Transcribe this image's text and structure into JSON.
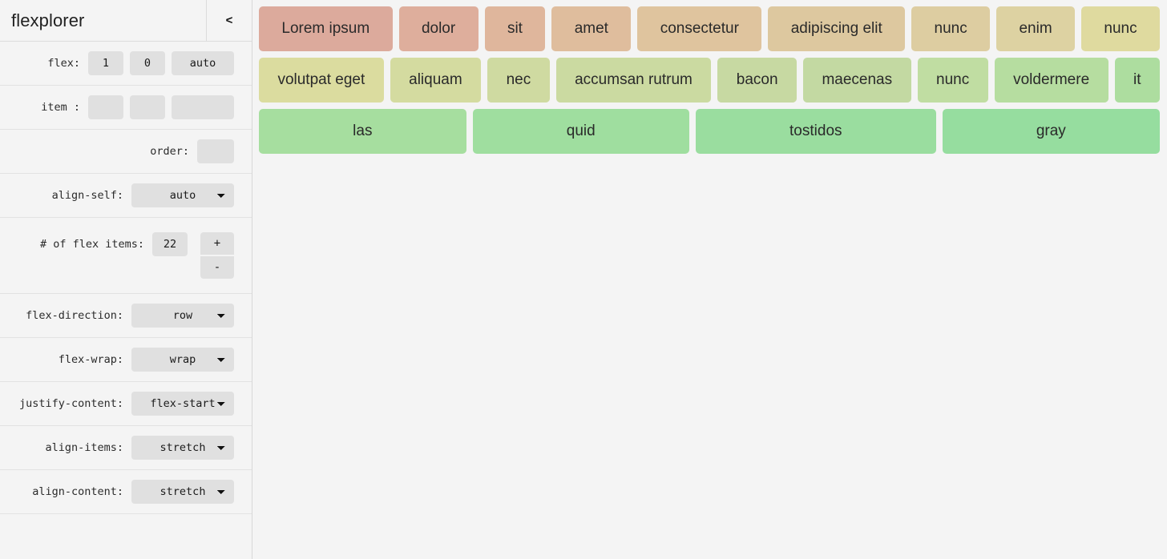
{
  "app": {
    "title": "flexplorer",
    "background": "#f4f4f4",
    "collapse_icon": "‹",
    "collapse_label": "<"
  },
  "sidebar": {
    "rows": [
      {
        "id": "flex",
        "label": "flex:",
        "controls": [
          {
            "kind": "input",
            "name": "flex-grow-input",
            "value": "1",
            "width": "w-sm"
          },
          {
            "kind": "input",
            "name": "flex-shrink-input",
            "value": "0",
            "width": "w-md"
          },
          {
            "kind": "input",
            "name": "flex-basis-input",
            "value": "auto",
            "width": "w-lg"
          }
        ]
      },
      {
        "id": "item",
        "label": "item :",
        "controls": [
          {
            "kind": "input",
            "name": "item-grow-input",
            "value": "",
            "width": "w-sm"
          },
          {
            "kind": "input",
            "name": "item-shrink-input",
            "value": "",
            "width": "w-md"
          },
          {
            "kind": "input",
            "name": "item-basis-input",
            "value": "",
            "width": "w-lg"
          }
        ]
      },
      {
        "id": "order",
        "label": "order:",
        "controls": [
          {
            "kind": "input",
            "name": "order-input",
            "value": "",
            "width": "w-order"
          }
        ]
      },
      {
        "id": "align-self",
        "label": "align-self:",
        "controls": [
          {
            "kind": "select",
            "name": "align-self-select",
            "value": "auto",
            "options": [
              "auto",
              "flex-start",
              "flex-end",
              "center",
              "baseline",
              "stretch"
            ]
          }
        ]
      },
      {
        "id": "item-count",
        "label": "# of flex items:",
        "controls": [
          {
            "kind": "input",
            "name": "flex-item-count-input",
            "value": "22",
            "width": "w-num"
          },
          {
            "kind": "spinner",
            "name": "flex-item-count-stepper",
            "plus": "+",
            "minus": "-"
          }
        ]
      },
      {
        "id": "flex-direction",
        "label": "flex-direction:",
        "controls": [
          {
            "kind": "select",
            "name": "flex-direction-select",
            "value": "row",
            "options": [
              "row",
              "row-reverse",
              "column",
              "column-reverse"
            ]
          }
        ]
      },
      {
        "id": "flex-wrap",
        "label": "flex-wrap:",
        "controls": [
          {
            "kind": "select",
            "name": "flex-wrap-select",
            "value": "wrap",
            "options": [
              "nowrap",
              "wrap",
              "wrap-reverse"
            ]
          }
        ]
      },
      {
        "id": "justify-content",
        "label": "justify-content:",
        "controls": [
          {
            "kind": "select",
            "name": "justify-content-select",
            "value": "flex-start",
            "options": [
              "flex-start",
              "flex-end",
              "center",
              "space-between",
              "space-around",
              "space-evenly"
            ]
          }
        ]
      },
      {
        "id": "align-items",
        "label": "align-items:",
        "controls": [
          {
            "kind": "select",
            "name": "align-items-select",
            "value": "stretch",
            "options": [
              "stretch",
              "flex-start",
              "flex-end",
              "center",
              "baseline"
            ]
          }
        ]
      },
      {
        "id": "align-content",
        "label": "align-content:",
        "controls": [
          {
            "kind": "select",
            "name": "align-content-select",
            "value": "stretch",
            "options": [
              "stretch",
              "flex-start",
              "flex-end",
              "center",
              "space-between",
              "space-around"
            ]
          }
        ]
      }
    ]
  },
  "canvas": {
    "item_count": 22,
    "items": [
      {
        "label": "Lorem ipsum",
        "color": "#dcaa9c"
      },
      {
        "label": "dolor",
        "color": "#deae9c"
      },
      {
        "label": "sit",
        "color": "#dfb69c"
      },
      {
        "label": "amet",
        "color": "#dfbd9d"
      },
      {
        "label": "consectetur",
        "color": "#dfc49e"
      },
      {
        "label": "adipiscing elit",
        "color": "#ddc89f"
      },
      {
        "label": "nunc",
        "color": "#ddcda1"
      },
      {
        "label": "enim",
        "color": "#ddd2a2"
      },
      {
        "label": "nunc",
        "color": "#dfda9f"
      },
      {
        "label": "volutpat eget",
        "color": "#dbdc9f"
      },
      {
        "label": "aliquam",
        "color": "#d4dba0"
      },
      {
        "label": "nec",
        "color": "#cfdaa1"
      },
      {
        "label": "accumsan rutrum",
        "color": "#cbdaa1"
      },
      {
        "label": "bacon",
        "color": "#c7d9a2"
      },
      {
        "label": "maecenas",
        "color": "#c3d9a2"
      },
      {
        "label": "nunc",
        "color": "#c0dda2"
      },
      {
        "label": "voldermere",
        "color": "#b6dda0"
      },
      {
        "label": "it",
        "color": "#addd9f"
      },
      {
        "label": "las",
        "color": "#a6de9f"
      },
      {
        "label": "quid",
        "color": "#9fde9f"
      },
      {
        "label": "tostidos",
        "color": "#9add9f"
      },
      {
        "label": "gray",
        "color": "#96dd9f"
      }
    ]
  }
}
